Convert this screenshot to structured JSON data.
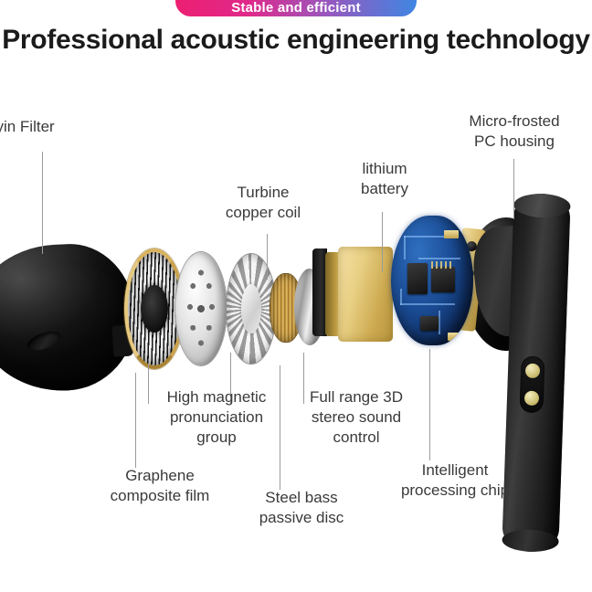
{
  "badge": {
    "text": "Stable and efficient",
    "gradient_start": "#ec1f72",
    "gradient_end": "#3f86e2"
  },
  "headline": {
    "text": "Professional acoustic engineering technology",
    "color": "#1b1b1b"
  },
  "callouts": {
    "dangyin_filter": "gyin Filter",
    "turbine_copper_coil": "Turbine\ncopper coil",
    "lithium_battery": "lithium\nbattery",
    "micro_frosted_pc_housing": "Micro-frosted\nPC housing",
    "high_magnetic_pronunciation_group": "High magnetic\npronunciation\ngroup",
    "full_range_3d_stereo_sound_control": "Full range 3D\nstereo sound\ncontrol",
    "graphene_composite_film": "Graphene\ncomposite film",
    "steel_bass_passive_disc": "Steel bass\npassive disc",
    "intelligent_processing_chip": "Intelligent\nprocessing chip"
  },
  "colors": {
    "label_text": "#3a3a3a",
    "leader_line": "#9a9a9a",
    "background": "#ffffff",
    "housing_black": "#141414",
    "gold_contact": "#cdbf74",
    "pcb_blue": "#1b4d96",
    "battery_gold": "#cdab52"
  }
}
